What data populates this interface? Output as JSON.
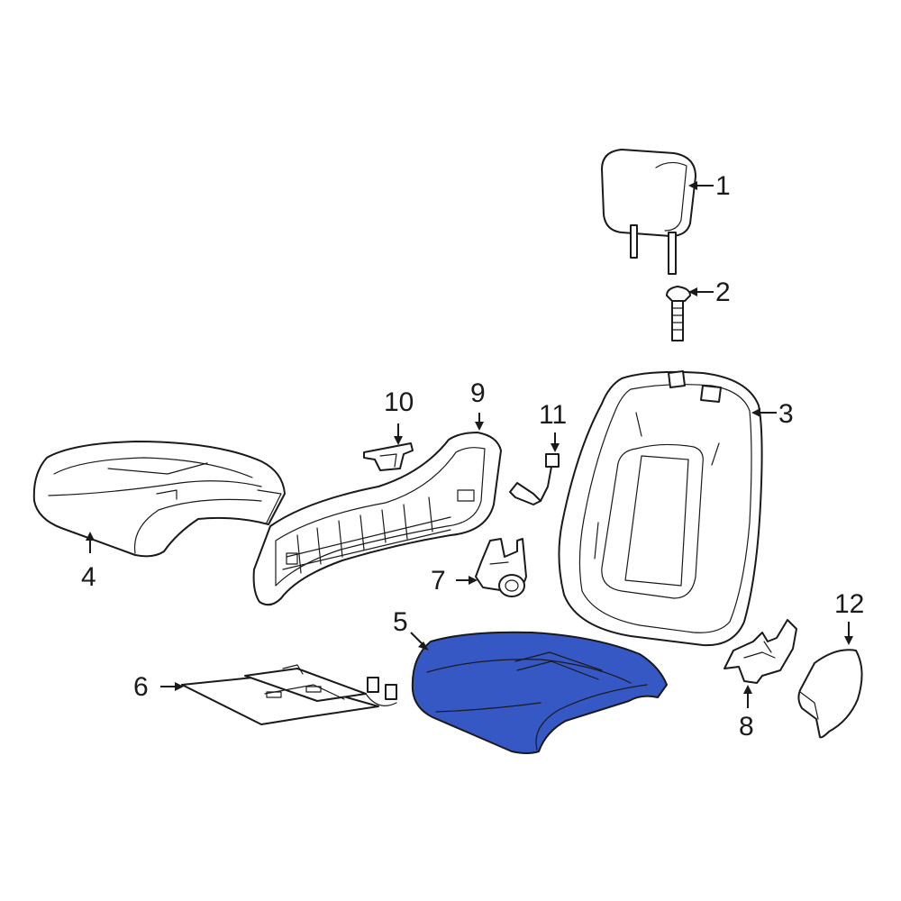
{
  "diagram": {
    "highlight_color": "#3558c4",
    "line_color": "#1a1a1a",
    "highlighted_part": "5",
    "callouts": [
      {
        "id": "c1",
        "label": "1"
      },
      {
        "id": "c2",
        "label": "2"
      },
      {
        "id": "c3",
        "label": "3"
      },
      {
        "id": "c4",
        "label": "4"
      },
      {
        "id": "c5",
        "label": "5"
      },
      {
        "id": "c6",
        "label": "6"
      },
      {
        "id": "c7",
        "label": "7"
      },
      {
        "id": "c8",
        "label": "8"
      },
      {
        "id": "c9",
        "label": "9"
      },
      {
        "id": "c10",
        "label": "10"
      },
      {
        "id": "c11",
        "label": "11"
      },
      {
        "id": "c12",
        "label": "12"
      }
    ]
  }
}
